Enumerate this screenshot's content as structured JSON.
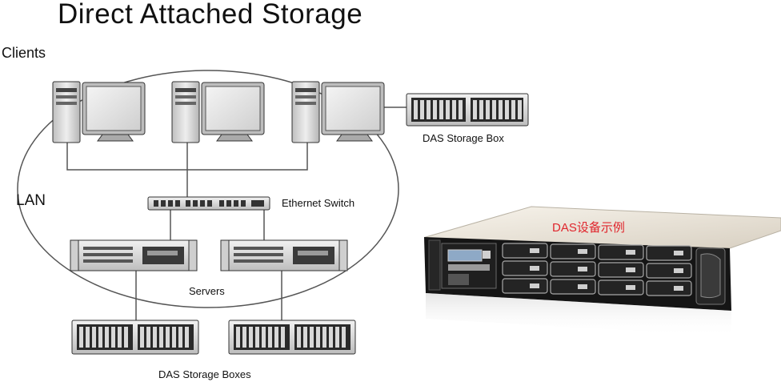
{
  "diagram": {
    "title": "Direct Attached Storage",
    "clients_label": "Clients",
    "lan_label": "LAN",
    "switch_label": "Ethernet Switch",
    "servers_label": "Servers",
    "das_box_label": "DAS Storage Box",
    "das_boxes_label": "DAS Storage Boxes",
    "example_label": "DAS设备示例",
    "colors": {
      "line": "#555555",
      "device_light": "#dcdcdc",
      "device_dark": "#1a1a1a",
      "example_text": "#e0262d"
    }
  }
}
